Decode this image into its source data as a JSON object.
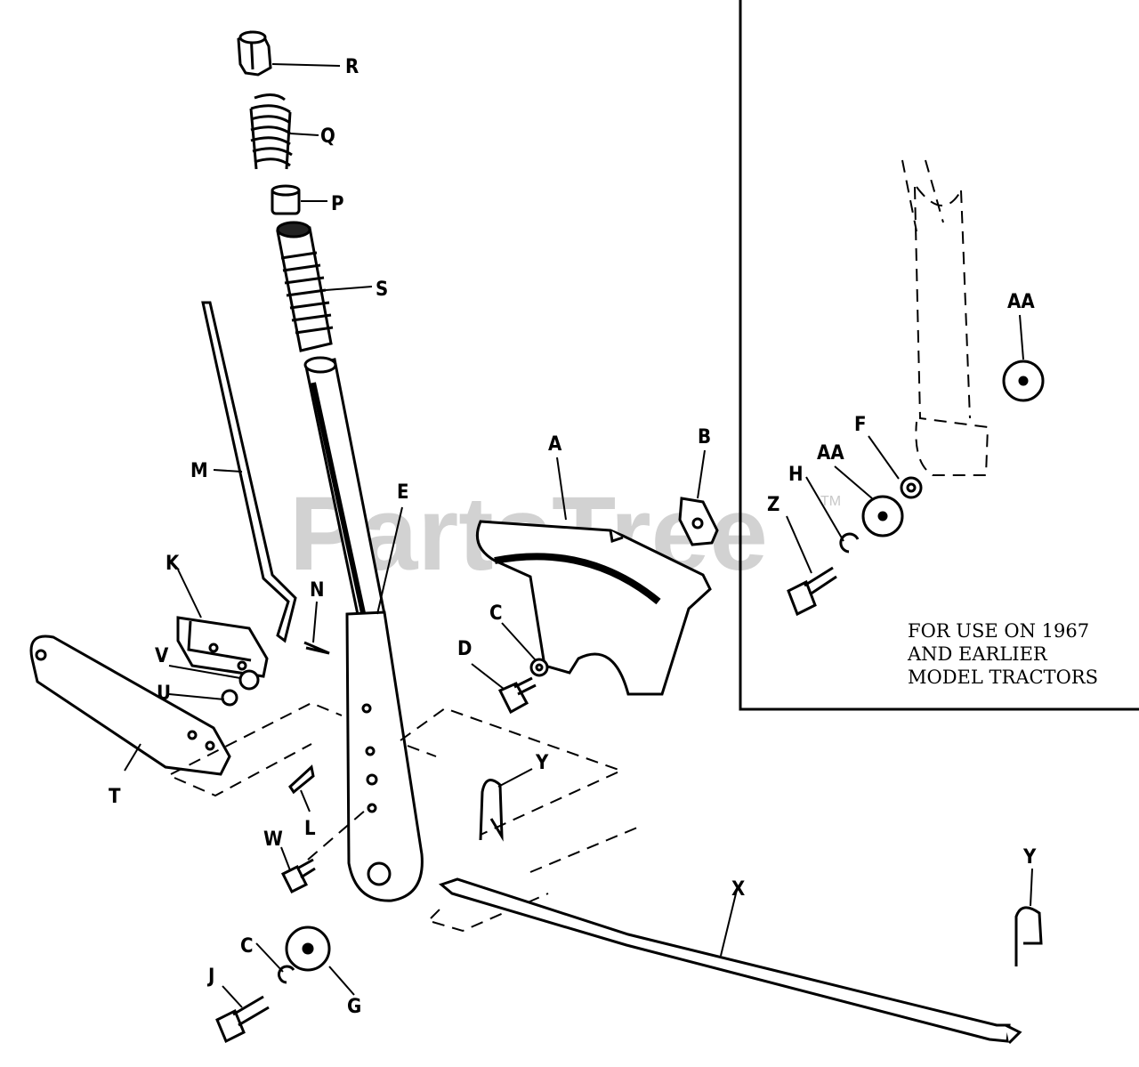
{
  "watermark": {
    "text": "PartsTree",
    "tm": "TM"
  },
  "inset_note": [
    "FOR USE ON 1967",
    "AND EARLIER",
    "MODEL TRACTORS"
  ],
  "labels": {
    "R": "R",
    "Q": "Q",
    "P": "P",
    "S": "S",
    "M": "M",
    "E": "E",
    "A": "A",
    "B": "B",
    "K": "K",
    "N": "N",
    "C1": "C",
    "D": "D",
    "V": "V",
    "U": "U",
    "T": "T",
    "Y1": "Y",
    "L": "L",
    "W": "W",
    "X": "X",
    "Y2": "Y",
    "C2": "C",
    "G": "G",
    "J": "J",
    "AA1": "AA",
    "F": "F",
    "AA2": "AA",
    "H": "H",
    "Z": "Z"
  },
  "colors": {
    "ink": "#000000",
    "watermark": "#d2d2d2",
    "background": "#ffffff"
  }
}
